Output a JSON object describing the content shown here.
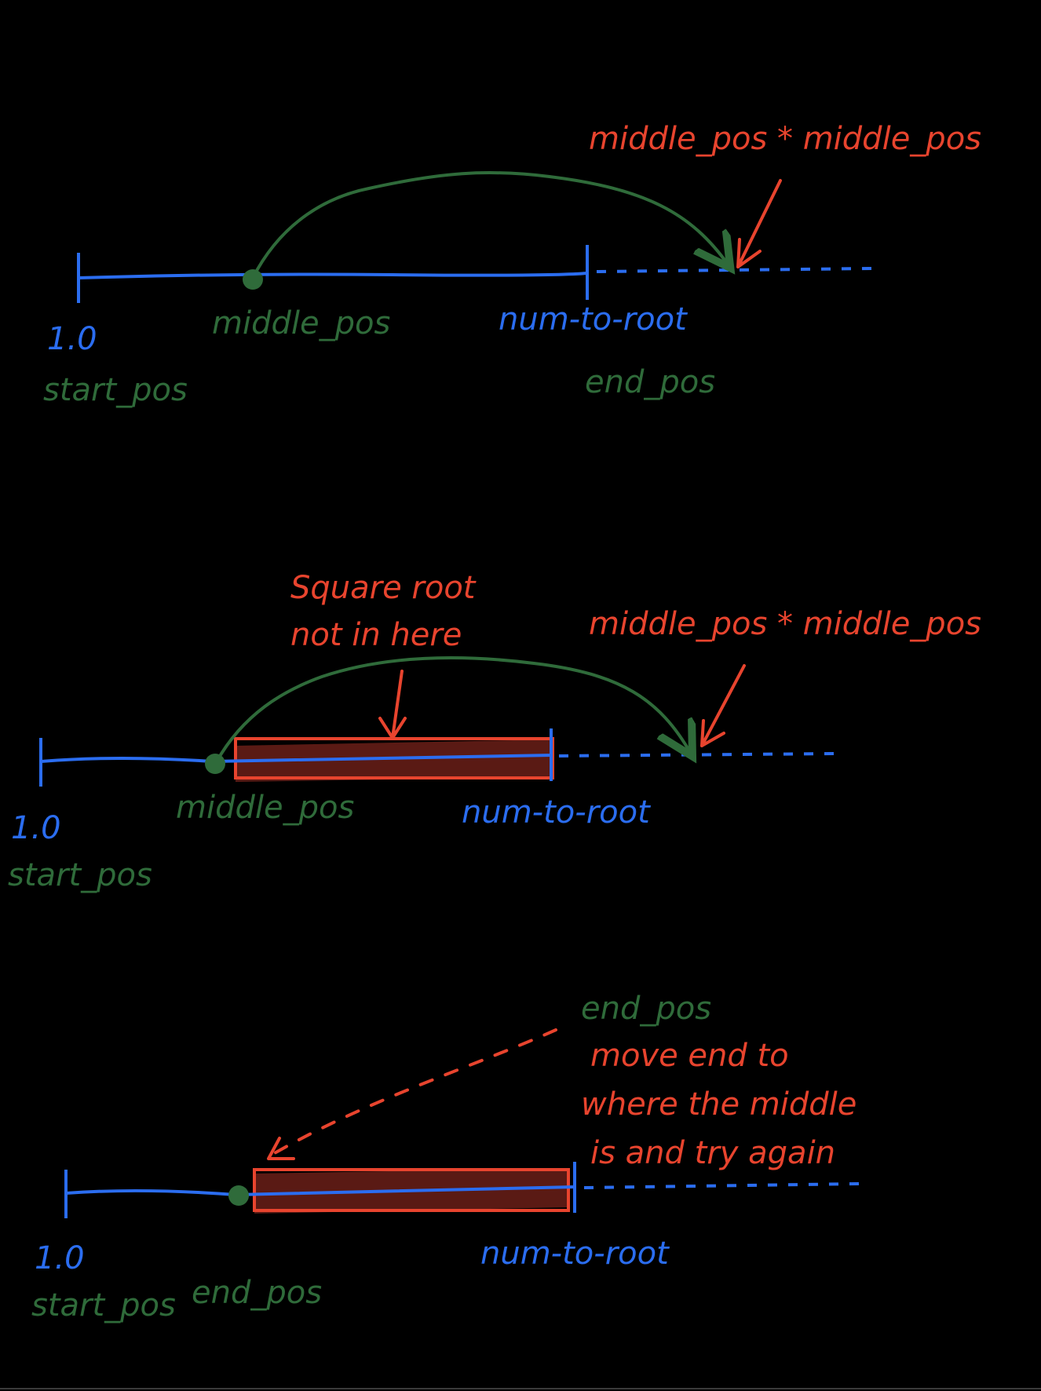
{
  "colors": {
    "background": "#000000",
    "number_line": "#2b6df0",
    "pointer": "#2f6b3a",
    "annotation": "#e8442e",
    "excluded_fill": "#5a1a14"
  },
  "panel1": {
    "annotation": "middle_pos * middle_pos",
    "start_value": "1.0",
    "start_name": "start_pos",
    "middle_name": "middle_pos",
    "end_value": "num-to-root",
    "end_name": "end_pos"
  },
  "panel2": {
    "annotation": "middle_pos * middle_pos",
    "note_line1": "Square root",
    "note_line2": "not in here",
    "start_value": "1.0",
    "start_name": "start_pos",
    "middle_name": "middle_pos",
    "end_value": "num-to-root"
  },
  "panel3": {
    "end_label": "end_pos",
    "note_line1": "move end to",
    "note_line2": "where the middle",
    "note_line3": "is and try again",
    "start_value": "1.0",
    "start_name": "start_pos",
    "new_end_name": "end_pos",
    "end_value": "num-to-root"
  }
}
